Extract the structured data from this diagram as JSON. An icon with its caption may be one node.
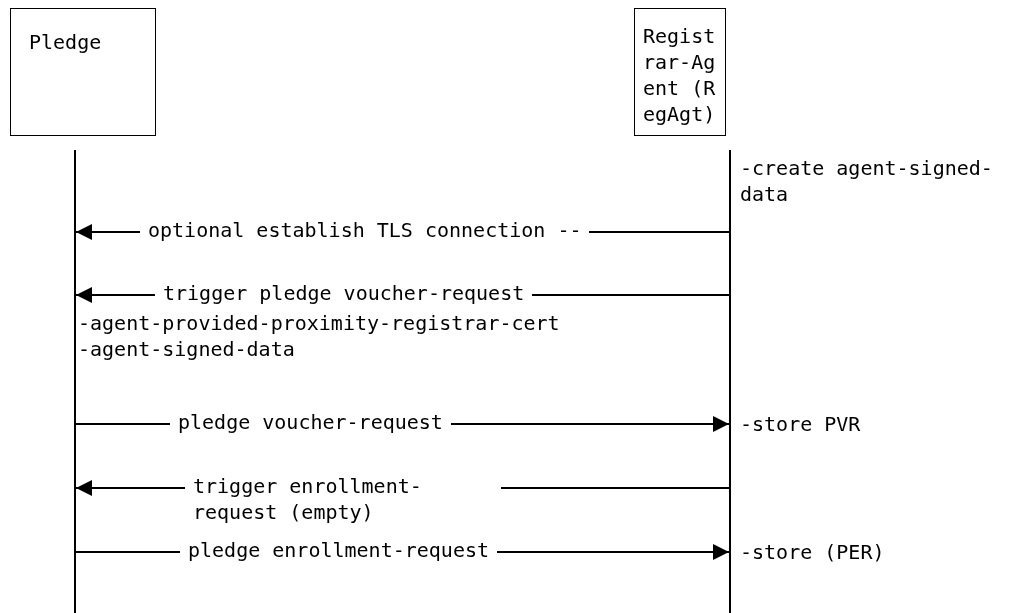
{
  "diagram": {
    "nodes": [
      {
        "text": [
          "Pledge"
        ]
      },
      {
        "text": [
          "Registrar-Agent (RegAgt)"
        ]
      },
      {
        "text": [],
        "shape": "bar"
      },
      {
        "text": [],
        "shape": "bar"
      }
    ],
    "edges": [
      {
        "from": 3,
        "to": 2,
        "arrow": "to",
        "label": "optional establish TLS connection --"
      },
      {
        "from": 3,
        "to": 2,
        "arrow": "to",
        "label": "trigger pledge voucher-request"
      },
      {
        "from": 2,
        "to": 3,
        "arrow": "to",
        "label": "pledge voucher-request"
      },
      {
        "from": 3,
        "to": 2,
        "arrow": "to",
        "label": "trigger enrollment-request (empty)"
      },
      {
        "from": 2,
        "to": 3,
        "arrow": "to",
        "label": "pledge enrollment-request"
      }
    ],
    "labels": [
      "-create agent-signed-data",
      "-agent-provided-proximity-registrar-cert",
      "-agent-signed-data",
      "-store PVR",
      "-store (PER)"
    ]
  }
}
